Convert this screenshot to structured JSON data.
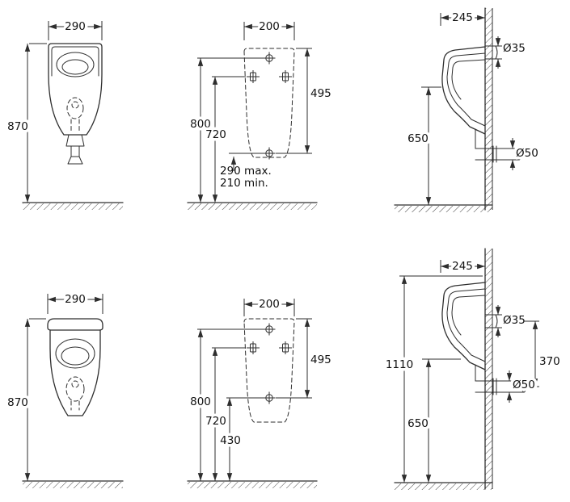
{
  "views": {
    "top_front": {
      "w": "290",
      "h": "870"
    },
    "top_rear": {
      "w": "200",
      "h": "495",
      "a": "800",
      "b": "720",
      "max": "290 max.",
      "min": "210 min."
    },
    "top_side": {
      "d": "245",
      "inlet": "Ø35",
      "outlet": "Ø50",
      "h": "650"
    },
    "bottom_front": {
      "w": "290",
      "h": "870"
    },
    "bottom_rear": {
      "w": "200",
      "h": "495",
      "a": "800",
      "b": "720",
      "c": "430"
    },
    "bottom_side": {
      "d": "245",
      "inlet": "Ø35",
      "outlet": "Ø50",
      "h": "650",
      "total": "1110",
      "gap": "370"
    }
  },
  "colors": {
    "line": "#2e2e2e",
    "text": "#111111",
    "background": "#ffffff"
  }
}
